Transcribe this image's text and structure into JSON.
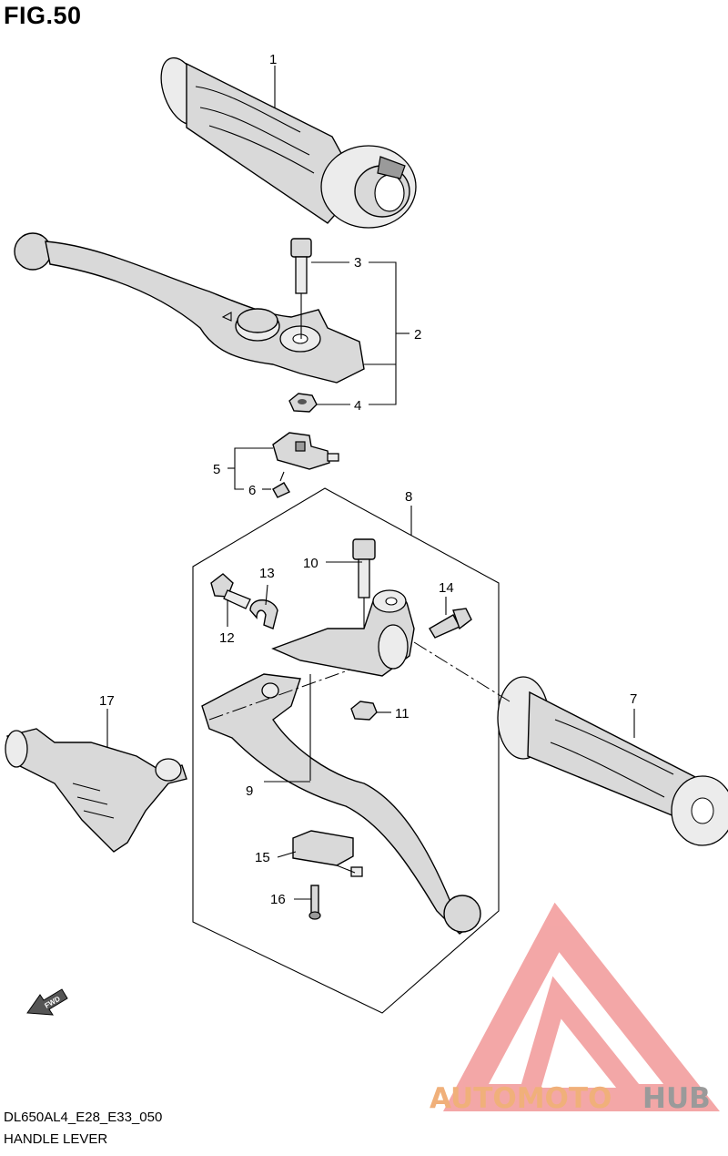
{
  "figure_title": "FIG.50",
  "model_code": "DL650AL4_E28_E33_050",
  "section_name": "HANDLE LEVER",
  "direction_indicator": "FWD",
  "callouts": [
    "1",
    "2",
    "3",
    "4",
    "5",
    "6",
    "7",
    "8",
    "9",
    "10",
    "11",
    "12",
    "13",
    "14",
    "15",
    "16",
    "17"
  ],
  "watermark": {
    "brand_part1": "AUTOMOTO",
    "brand_part2": "HUB",
    "color_primary": "#f0b07a",
    "color_secondary": "#9a9a9a",
    "triangle_color": "#f08a8a"
  }
}
